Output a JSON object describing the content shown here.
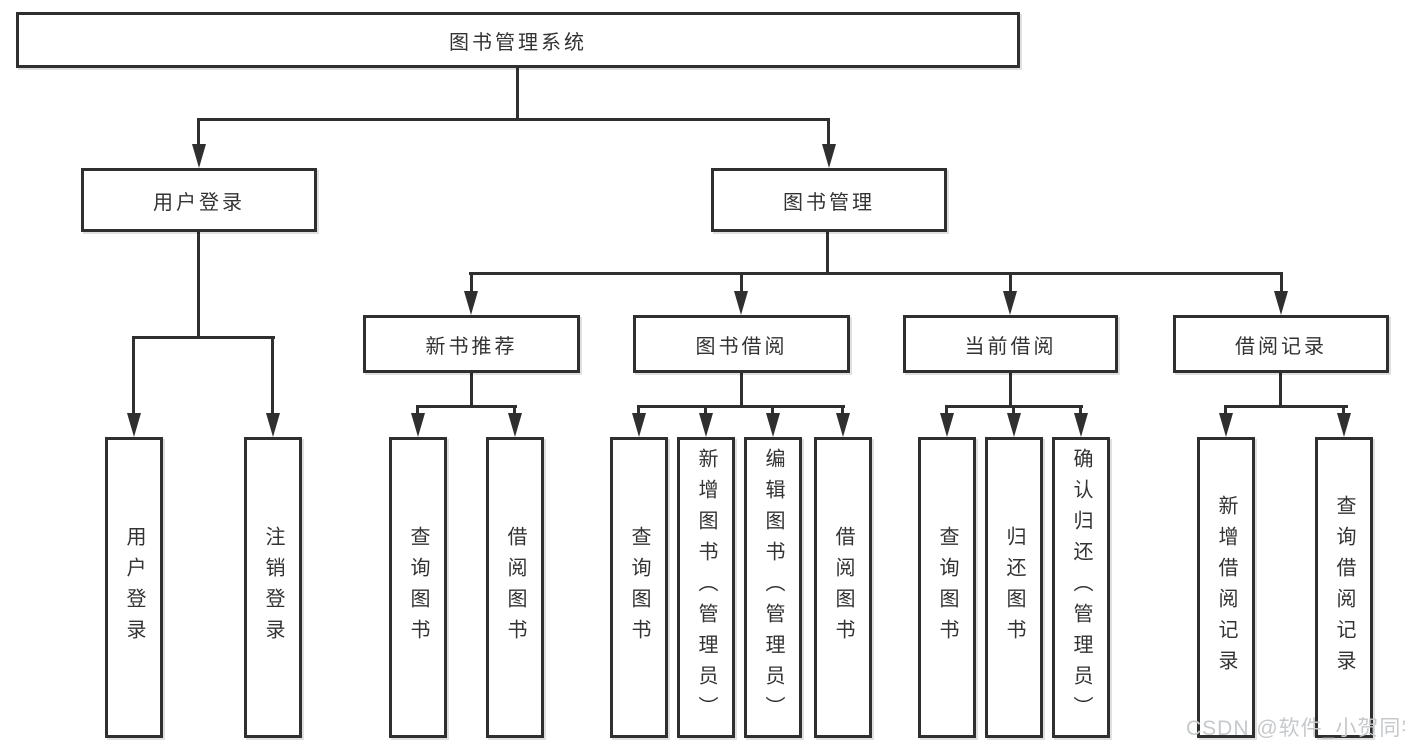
{
  "diagram": {
    "root": {
      "label": "图书管理系统"
    },
    "level2": [
      {
        "label": "用户登录"
      },
      {
        "label": "图书管理"
      }
    ],
    "level3": [
      {
        "label": "新书推荐"
      },
      {
        "label": "图书借阅"
      },
      {
        "label": "当前借阅"
      },
      {
        "label": "借阅记录"
      }
    ],
    "leaves": {
      "user": [
        "用户登录",
        "注销登录"
      ],
      "newbook": [
        "查询图书",
        "借阅图书"
      ],
      "borrow": [
        "查询图书",
        "新增图书（管理员）",
        "编辑图书（管理员）",
        "借阅图书"
      ],
      "current": [
        "查询图书",
        "归还图书",
        "确认归还（管理员）"
      ],
      "records": [
        "新增借阅记录",
        "查询借阅记录"
      ]
    }
  },
  "watermark": "CSDN @软件_小贺同学",
  "colors": {
    "line": "#2f2f2f",
    "text": "#333333",
    "box_background": "#ffffff",
    "watermark": "#c6c9cc",
    "page_background": "#ffffff"
  }
}
